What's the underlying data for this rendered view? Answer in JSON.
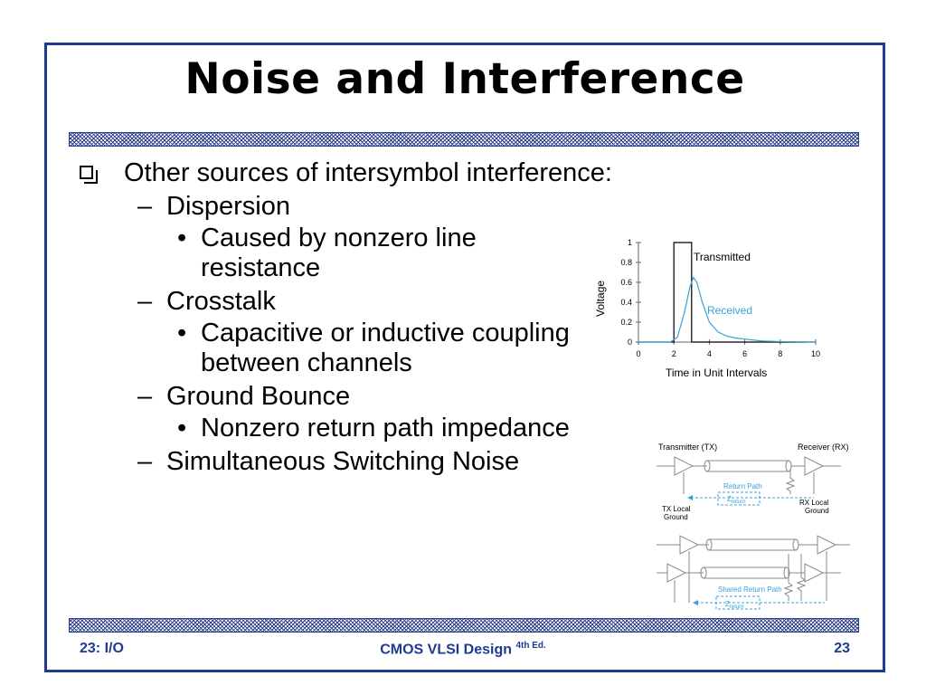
{
  "slide": {
    "title": "Noise and Interference",
    "bullets": {
      "main": "Other sources of intersymbol interference:",
      "dispersion": "Dispersion",
      "dispersion_detail": "Caused by nonzero line resistance",
      "crosstalk": "Crosstalk",
      "crosstalk_detail": "Capacitive or inductive coupling between channels",
      "ground_bounce": "Ground Bounce",
      "ground_bounce_detail": "Nonzero return path impedance",
      "ssn": "Simultaneous Switching Noise"
    }
  },
  "footer": {
    "left": "23: I/O",
    "center": "CMOS VLSI Design",
    "center_sup": "4th Ed.",
    "page": "23"
  },
  "chart_data": {
    "type": "line",
    "xlabel": "Time in Unit Intervals",
    "ylabel": "Voltage",
    "x_ticks": [
      "0",
      "2",
      "4",
      "6",
      "8",
      "10"
    ],
    "y_ticks": [
      "0",
      "0.2",
      "0.4",
      "0.6",
      "0.8",
      "1"
    ],
    "xlim": [
      0,
      10
    ],
    "ylim": [
      0,
      1
    ],
    "series": [
      {
        "name": "Transmitted",
        "color": "#000000",
        "x": [
          0,
          2,
          2,
          3,
          3,
          10
        ],
        "y": [
          0,
          0,
          1,
          1,
          0,
          0
        ]
      },
      {
        "name": "Received",
        "color": "#3aa0d8",
        "x": [
          0,
          1.8,
          2.2,
          2.6,
          2.9,
          3.1,
          3.3,
          3.6,
          4.0,
          4.5,
          5.0,
          5.5,
          6.0,
          7.0,
          8.0,
          10.0
        ],
        "y": [
          0,
          0,
          0.05,
          0.3,
          0.55,
          0.65,
          0.6,
          0.4,
          0.2,
          0.1,
          0.06,
          0.04,
          0.03,
          0.01,
          0.005,
          0
        ]
      }
    ]
  },
  "diagram": {
    "tx_label": "Transmitter (TX)",
    "rx_label": "Receiver (RX)",
    "return_path": "Return Path",
    "z_return": "Z",
    "z_sub": "return",
    "tx_ground_1": "TX Local",
    "tx_ground_2": "Ground",
    "rx_ground_1": "RX Local",
    "rx_ground_2": "Ground",
    "shared_return": "Shared Return Path",
    "line_color": "#888888",
    "accent_color": "#3aa0d8"
  }
}
